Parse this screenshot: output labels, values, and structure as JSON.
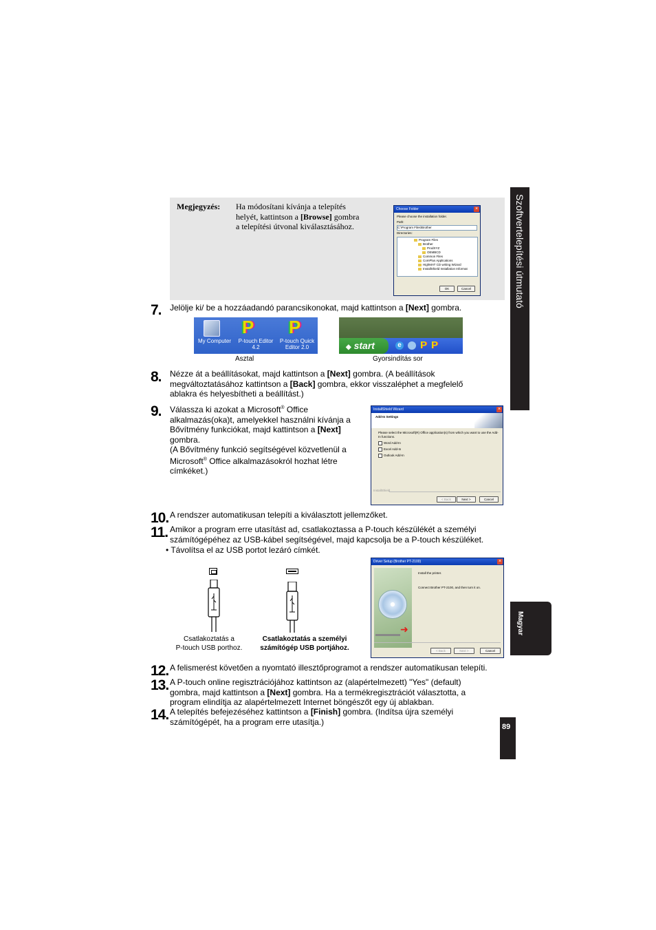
{
  "side_tab": {
    "title": "Szoftvertelepítési útmutató"
  },
  "lang_tab": {
    "label": "Magyar"
  },
  "page_number": "89",
  "note": {
    "label": "Megjegyzés:",
    "line1": "Ha módosítani kívánja a telepítés",
    "line2_pre": "helyét, kattintson a ",
    "line2_bold": "[Browse]",
    "line2_post": " gombra",
    "line3": "a telepítési útvonal kiválasztásához."
  },
  "choose_folder": {
    "title": "Choose Folder",
    "prompt": "Please choose the installation folder.",
    "path_label": "Path:",
    "path_value": "C:\\Program Files\\Brother",
    "dirs_label": "Directories:",
    "tree": [
      "Program Files",
      "Brother",
      "ProdXYZ",
      "OEMBCD",
      "Common Files",
      "ComPlus Applications",
      "HighMAT CD writing Wizard",
      "InstallShield Installation Informat"
    ],
    "ok": "OK",
    "cancel": "Cancel"
  },
  "step7": {
    "num": "7.",
    "pre": "Jelölje ki/ be a hozzáadandó  parancsikonokat, majd  kattintson a ",
    "bold": "[Next]",
    "post": " gombra."
  },
  "desktop": {
    "caption": "Asztal",
    "icons": [
      "My Computer",
      "P-touch Editor 4.2",
      "P-touch Quick Editor 2.0"
    ]
  },
  "quicklaunch": {
    "caption": "Gyorsindítás sor",
    "start": "start"
  },
  "step8": {
    "num": "8.",
    "l1_pre": "Nézze át a beállításokat, majd kattintson a ",
    "l1_bold": "[Next]",
    "l1_post": " gombra. (A beállítások",
    "l2_pre": "megváltoztatásához kattintson a ",
    "l2_bold": "[Back]",
    "l2_post": " gombra, ekkor visszaléphet a megfelelő",
    "l3": "ablakra és helyesbítheti a beállítást.)"
  },
  "step9": {
    "num": "9.",
    "l1_pre": "Válassza ki  azokat a  Microsoft",
    "l1_sup": "®",
    "l1_post": " Office",
    "l2": "alkalmazás(oka)t, amelyekkel használni kívánja a",
    "l3_pre": "Bővítmény funkciókat, majd kattintson a ",
    "l3_bold": "[Next]",
    "l4": "gombra.",
    "l5": "(A Bővítmény funkció segítségével közvetlenül a",
    "l6_pre": "Microsoft",
    "l6_sup": "®",
    "l6_post": " Office alkalmazásokról hozhat létre",
    "l7": "címkéket.)"
  },
  "addin_wizard": {
    "title": "InstallShield Wizard",
    "heading": "Add-In Settings",
    "desc": "Please select the Microsoft(R) Office application(s) from which you want to use the Add-In functions.",
    "options": [
      "Word Add-In",
      "Excel Add-In",
      "Outlook Add-In"
    ],
    "footer": "InstallShield",
    "back": "< Back",
    "next": "Next >",
    "cancel": "Cancel"
  },
  "step10": {
    "num": "10.",
    "text": "A rendszer automatikusan telepíti a kiválasztott jellemzőket."
  },
  "step11": {
    "num": "11.",
    "l1": "Amikor a program erre utasítást ad, csatlakoztassa a P-touch készülékét a személyi",
    "l2": "számítógépéhez az USB-kábel segítségével, majd kapcsolja be a P-touch készüléket.",
    "bullet": "Távolítsa el az USB portot lezáró címkét."
  },
  "usb": {
    "cap1_l1": "Csatlakoztatás a",
    "cap1_l2": "P-touch USB porthoz.",
    "cap2_l1": "Csatlakoztatás a személyi",
    "cap2_l2": "számítógép USB portjához."
  },
  "driver_setup": {
    "title": "Driver Setup (Brother PT-2100)",
    "heading": "Install the printer.",
    "text": "Connect Brother PT-2100, and then turn it on.",
    "back": "< Back",
    "next": "Next >",
    "cancel": "Cancel"
  },
  "step12": {
    "num": "12.",
    "text": "A felismerést követően a nyomtató illesztőprogramot a rendszer automatikusan telepíti."
  },
  "step13": {
    "num": "13.",
    "l1": "A P-touch online regisztrációjához kattintson az (alapértelmezett) \"Yes\" (default)",
    "l2_pre": "gombra, majd kattintson a ",
    "l2_bold": "[Next]",
    "l2_post": " gombra. Ha a termékregisztrációt választotta, a",
    "l3": "program elindítja az alapértelmezett Internet böngészőt egy új ablakban."
  },
  "step14": {
    "num": "14.",
    "l1_pre": "A telepítés befejezéséhez kattintson a ",
    "l1_bold": "[Finish]",
    "l1_post": " gombra. (Indítsa újra személyi",
    "l2": "számítógépét, ha a program erre utasítja.)"
  }
}
